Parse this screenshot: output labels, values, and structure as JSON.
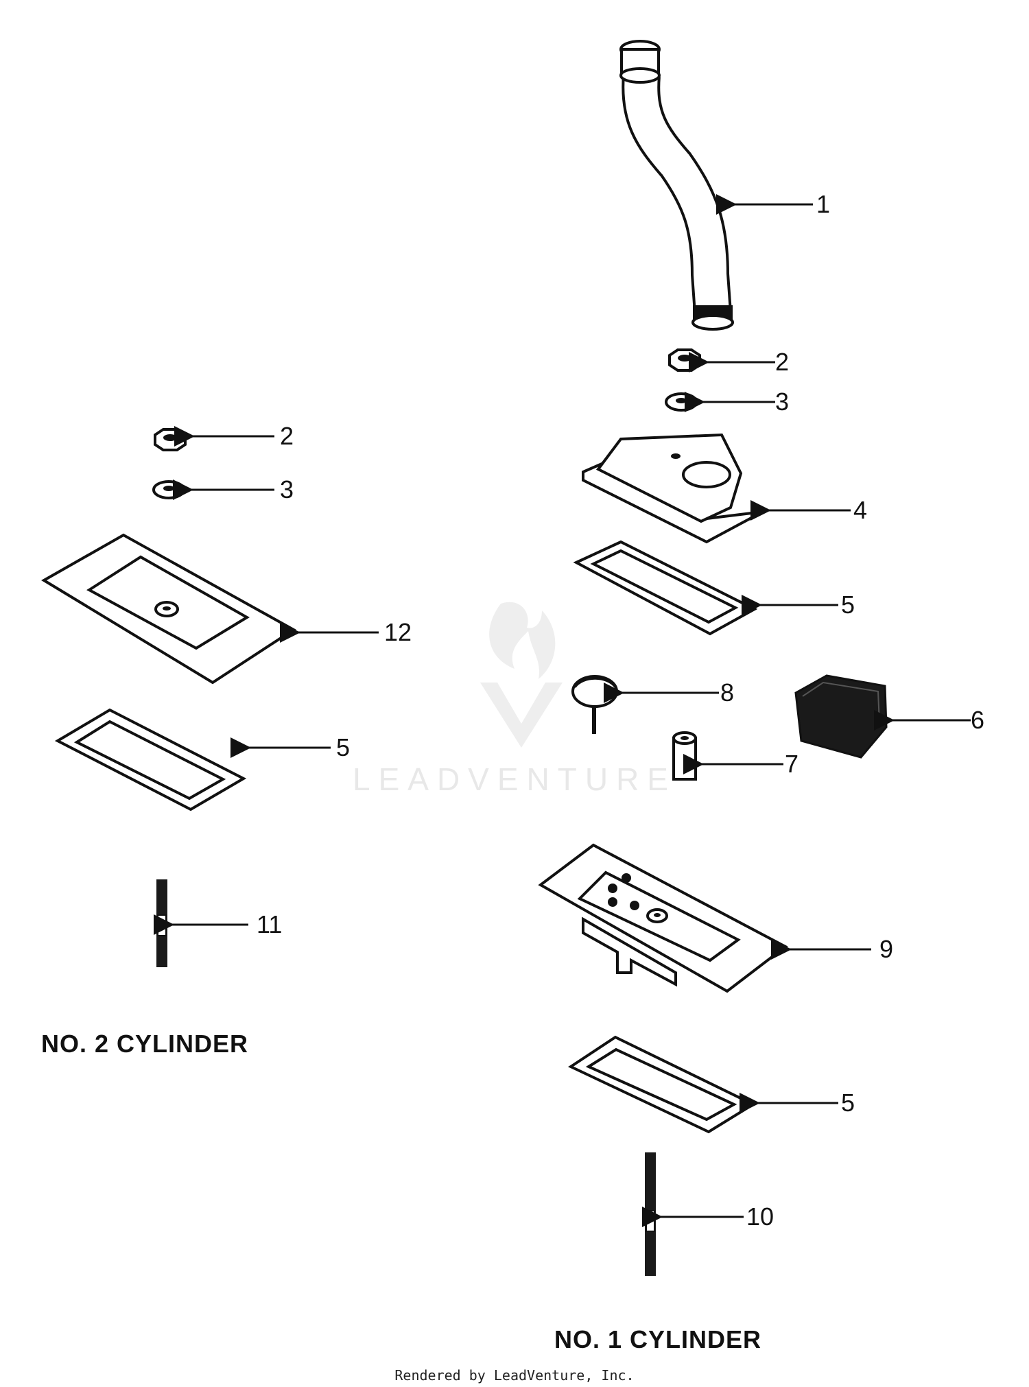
{
  "callouts": {
    "c1": "1",
    "c2_right": "2",
    "c3_right": "3",
    "c4": "4",
    "c5_upper_right": "5",
    "c6": "6",
    "c7": "7",
    "c8": "8",
    "c9": "9",
    "c5_lower_right": "5",
    "c10": "10",
    "c2_left": "2",
    "c3_left": "3",
    "c12": "12",
    "c5_left": "5",
    "c11": "11"
  },
  "headings": {
    "no2": "NO. 2 CYLINDER",
    "no1": "NO. 1 CYLINDER"
  },
  "watermark": "LEADVENTURE",
  "credit": "Rendered by LeadVenture, Inc.",
  "colors": {
    "ink": "#111111",
    "paper": "#ffffff",
    "watermark": "#e8e8e8"
  }
}
